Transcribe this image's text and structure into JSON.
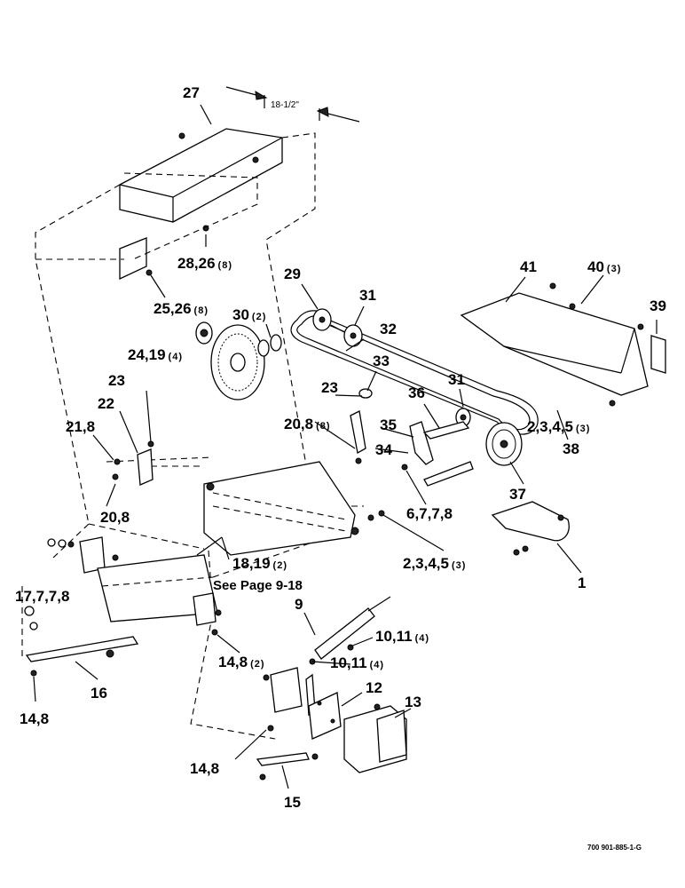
{
  "title": "",
  "dimension": "18-1/2\"",
  "reference_note": "See Page 9-18",
  "drawing_code": "700 901-885-1-G",
  "callouts": [
    {
      "text": "27"
    },
    {
      "text": "28,26",
      "qty": "(8)"
    },
    {
      "text": "25,26",
      "qty": "(8)"
    },
    {
      "text": "29"
    },
    {
      "text": "30",
      "qty": "(2)"
    },
    {
      "text": "31"
    },
    {
      "text": "32"
    },
    {
      "text": "41"
    },
    {
      "text": "40",
      "qty": "(3)"
    },
    {
      "text": "39"
    },
    {
      "text": "24,19",
      "qty": "(4)"
    },
    {
      "text": "33"
    },
    {
      "text": "23"
    },
    {
      "text": "23"
    },
    {
      "text": "31"
    },
    {
      "text": "36"
    },
    {
      "text": "22"
    },
    {
      "text": "21,8"
    },
    {
      "text": "20,8",
      "qty": "(8)"
    },
    {
      "text": "35"
    },
    {
      "text": "34"
    },
    {
      "text": "2,3,4,5",
      "qty": "(3)"
    },
    {
      "text": "38"
    },
    {
      "text": "20,8"
    },
    {
      "text": "6,7,7,8"
    },
    {
      "text": "37"
    },
    {
      "text": "18,19",
      "qty": "(2)"
    },
    {
      "text": "2,3,4,5",
      "qty": "(3)"
    },
    {
      "text": "1"
    },
    {
      "text": "17,7,7,8"
    },
    {
      "text": "9"
    },
    {
      "text": "10,11",
      "qty": "(4)"
    },
    {
      "text": "10,11",
      "qty": "(4)"
    },
    {
      "text": "14,8",
      "qty": "(2)"
    },
    {
      "text": "16"
    },
    {
      "text": "12"
    },
    {
      "text": "13"
    },
    {
      "text": "14,8"
    },
    {
      "text": "14,8"
    },
    {
      "text": "15"
    }
  ]
}
